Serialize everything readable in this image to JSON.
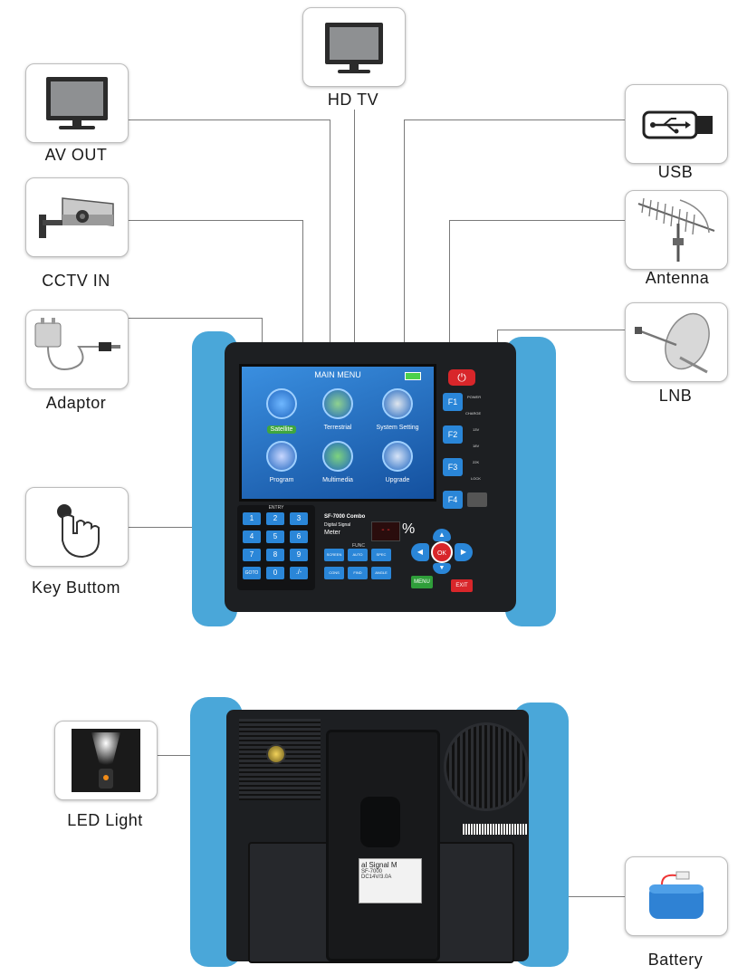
{
  "callouts": {
    "hdtv": "HD TV",
    "av_out": "AV OUT",
    "usb": "USB",
    "cctv_in": "CCTV IN",
    "antenna": "Antenna",
    "adaptor": "Adaptor",
    "lnb": "LNB",
    "key_button": "Key Buttom",
    "led_light": "LED Light",
    "battery": "Battery"
  },
  "device": {
    "screen": {
      "title": "MAIN MENU",
      "items": [
        "Satellite",
        "Terrestrial",
        "System Setting",
        "Program",
        "Multimedia",
        "Upgrade"
      ]
    },
    "side_keys": [
      "F1",
      "F2",
      "F3",
      "F4"
    ],
    "indicators": [
      "POWER",
      "CHARGE",
      "13V",
      "18V",
      "22K",
      "LOCK"
    ],
    "keypad": {
      "header": "ENTRY",
      "keys": [
        "1",
        "2",
        "3",
        "4",
        "5",
        "6",
        "7",
        "8",
        "9",
        "GOTO",
        "0",
        "./-"
      ]
    },
    "brand": {
      "model": "SF-7000 Combo",
      "line1": "Digital Signal",
      "line2": "Meter"
    },
    "display_percent": "%",
    "func": {
      "header": "FUNC",
      "keys": [
        "SCREEN",
        "AUTO",
        "SPEC",
        "CONS",
        "FIND",
        "ANGLE"
      ]
    },
    "nav": {
      "ok": "OK",
      "menu": "MENU",
      "exit": "EXIT"
    }
  },
  "back": {
    "label_title": "al Signal M",
    "label_model": "SF-7000",
    "label_power": "DC14V/3.0A"
  },
  "colors": {
    "bumper": "#4aa7d9",
    "body": "#1d1f22",
    "screen": "#1e6fc7",
    "menu_green": "#2f9e3a",
    "exit_red": "#d8262a",
    "nav_blue": "#2a86d8"
  }
}
